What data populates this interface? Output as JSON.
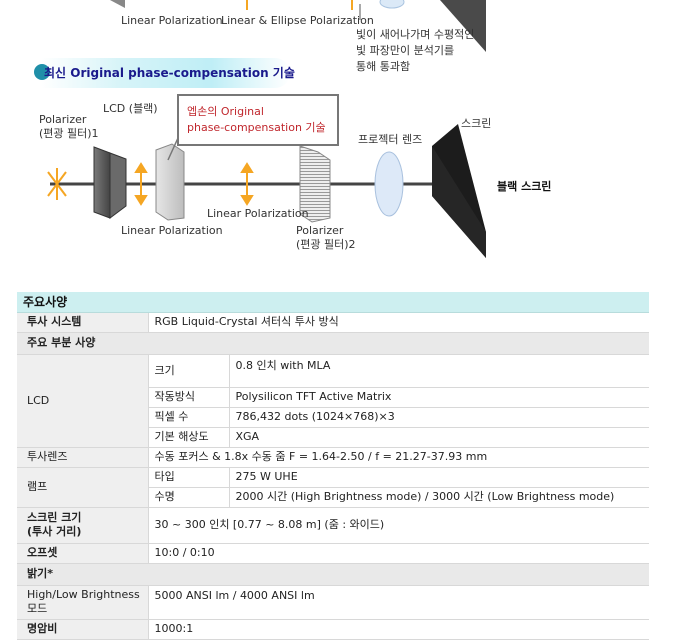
{
  "diagram_top": {
    "label_linear": "Linear Polarization",
    "label_linear_ellipse": "Linear & Ellipse Polarization",
    "note_line1": "빛이 새어나가며 수평적인",
    "note_line2": "빛 파장만이 분석기를",
    "note_line3": "통해 통과함"
  },
  "section_heading": "최신 Original phase-compensation 기술",
  "diagram_main": {
    "polarizer1_line1": "Polarizer",
    "polarizer1_line2": "(편광 필터)1",
    "lcd_label": "LCD (블랙)",
    "callout_line1": "엡손의 Original",
    "callout_line2": "phase-compensation 기술",
    "projector_lens": "프로젝터 렌즈",
    "screen_label": "스크린",
    "black_screen": "블랙 스크린",
    "linear_upper": "Linear Polarization",
    "linear_lower": "Linear Polarization",
    "polarizer2_line1": "Polarizer",
    "polarizer2_line2": "(편광 필터)2"
  },
  "spec": {
    "title": "주요사양",
    "projection_system_label": "투사 시스템",
    "projection_system_value": "RGB Liquid-Crystal 셔터식 투사 방식",
    "main_parts_label": "주요 부분 사양",
    "lcd_label": "LCD",
    "lcd_rows": [
      {
        "label": "크기",
        "value": "0.8 인치 with MLA"
      },
      {
        "label": "작동방식",
        "value": "Polysilicon TFT Active Matrix"
      },
      {
        "label": "픽셀 수",
        "value": "786,432 dots (1024×768)×3"
      },
      {
        "label": "기본 해상도",
        "value": "XGA"
      }
    ],
    "lens_label": "투사렌즈",
    "lens_value": "수동 포커스 & 1.8x 수동 줌 F = 1.64-2.50 / f = 21.27-37.93 mm",
    "lamp_label": "램프",
    "lamp_rows": [
      {
        "label": "타입",
        "value": "275 W UHE"
      },
      {
        "label": "수명",
        "value": "2000 시간 (High Brightness mode) / 3000 시간 (Low Brightness mode)"
      }
    ],
    "screen_size_label_1": "스크린 크기",
    "screen_size_label_2": "(투사 거리)",
    "screen_size_value": "30 ~ 300 인치 [0.77 ~ 8.08 m] (줌 : 와이드)",
    "offset_label": "오프셋",
    "offset_value": "10:0 / 0:10",
    "brightness_label": "밝기*",
    "brightness_mode_label": "High/Low Brightness 모드",
    "brightness_value": "5000 ANSI lm / 4000 ANSI lm",
    "contrast_label": "명암비",
    "contrast_value": "1000:1"
  }
}
